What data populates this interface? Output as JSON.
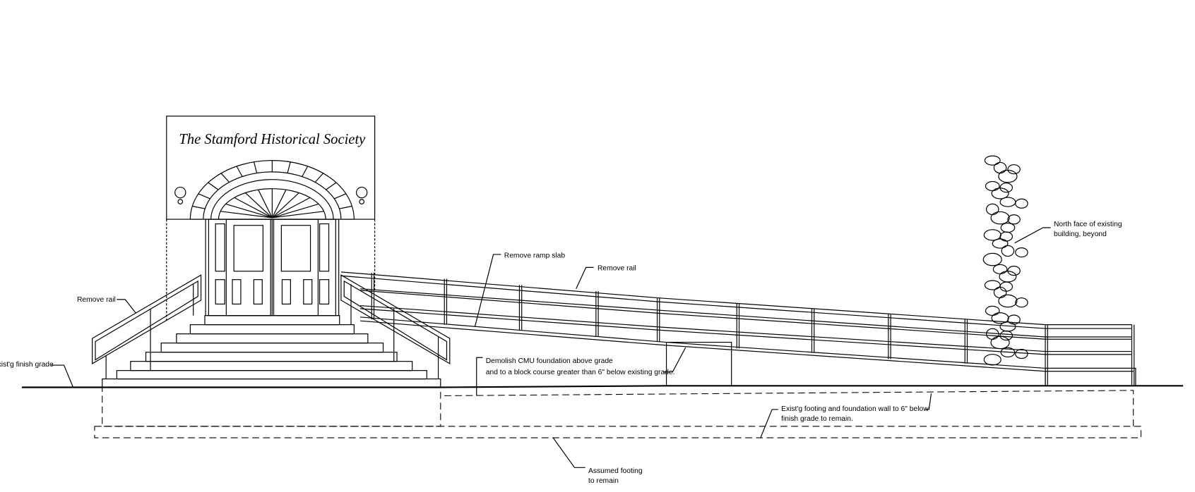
{
  "drawing": {
    "sign_text": "The Stamford Historical Society",
    "labels": {
      "remove_rail_stairs": "Remove rail",
      "finish_grade": "Exist'g finish grade",
      "remove_ramp_slab": "Remove ramp slab",
      "remove_rail_ramp": "Remove rail",
      "north_face_1": "North face of existing",
      "north_face_2": "building, beyond",
      "demolish_1": "Demolish CMU foundation above grade",
      "demolish_2": "and to a block course greater than 6\" below existing grade.",
      "footing_wall_1": "Exist'g footing and foundation wall to 6\" below",
      "footing_wall_2": "finish grade to remain.",
      "assumed_1": "Assumed footing",
      "assumed_2": "to remain"
    }
  }
}
